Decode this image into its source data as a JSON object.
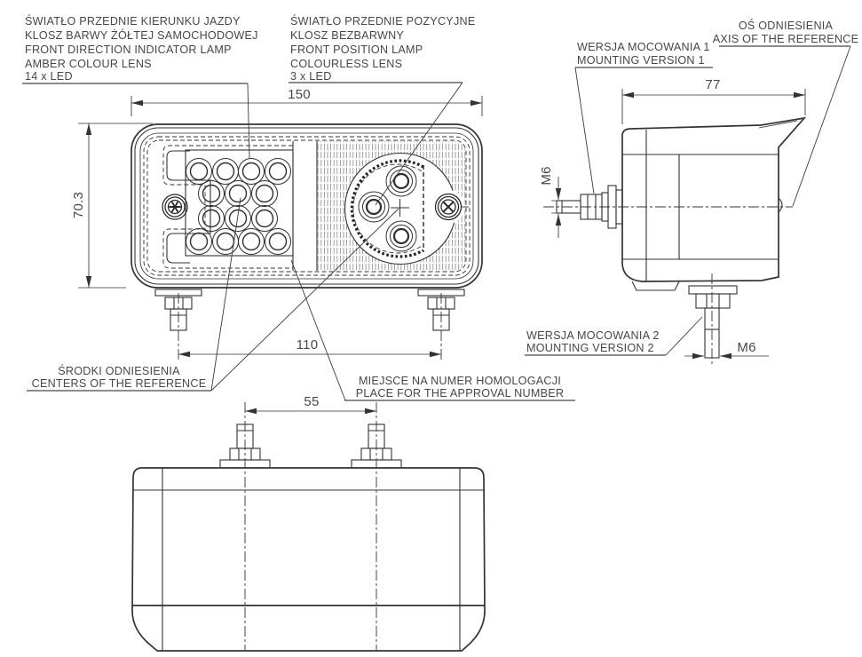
{
  "drawing": {
    "type": "technical-drawing",
    "background": "#ffffff",
    "line_color": "#333333",
    "text_color": "#474747",
    "labels": {
      "indicator": {
        "lines": [
          "ŚWIATŁO PRZEDNIE KIERUNKU JAZDY",
          "KLOSZ BARWY ŻÓŁTEJ SAMOCHODOWEJ",
          "FRONT DIRECTION INDICATOR LAMP",
          "AMBER COLOUR LENS",
          "14 x LED"
        ]
      },
      "position": {
        "lines": [
          "ŚWIATŁO PRZEDNIE POZYCYJNE",
          "KLOSZ BEZBARWNY",
          "FRONT POSITION LAMP",
          "COLOURLESS LENS",
          "3 x LED"
        ]
      },
      "axis": {
        "lines": [
          "OŚ ODNIESIENIA",
          "AXIS OF THE REFERENCE"
        ]
      },
      "mounting1": {
        "lines": [
          "WERSJA MOCOWANIA 1",
          "MOUNTING VERSION 1"
        ]
      },
      "mounting2": {
        "lines": [
          "WERSJA MOCOWANIA 2",
          "MOUNTING VERSION 2"
        ]
      },
      "centers": {
        "lines": [
          "ŚRODKI ODNIESIENIA",
          "CENTERS OF THE REFERENCE"
        ]
      },
      "approval": {
        "lines": [
          "MIEJSCE NA NUMER HOMOLOGACJI",
          "PLACE FOR THE APPROVAL NUMBER"
        ]
      }
    },
    "dimensions": {
      "overall_width": "150",
      "overall_height": "70.3",
      "front_bolt_spacing": "110",
      "depth": "77",
      "bottom_bolt_spacing": "55",
      "side_thread": "M6",
      "bottom_thread": "M6"
    }
  }
}
